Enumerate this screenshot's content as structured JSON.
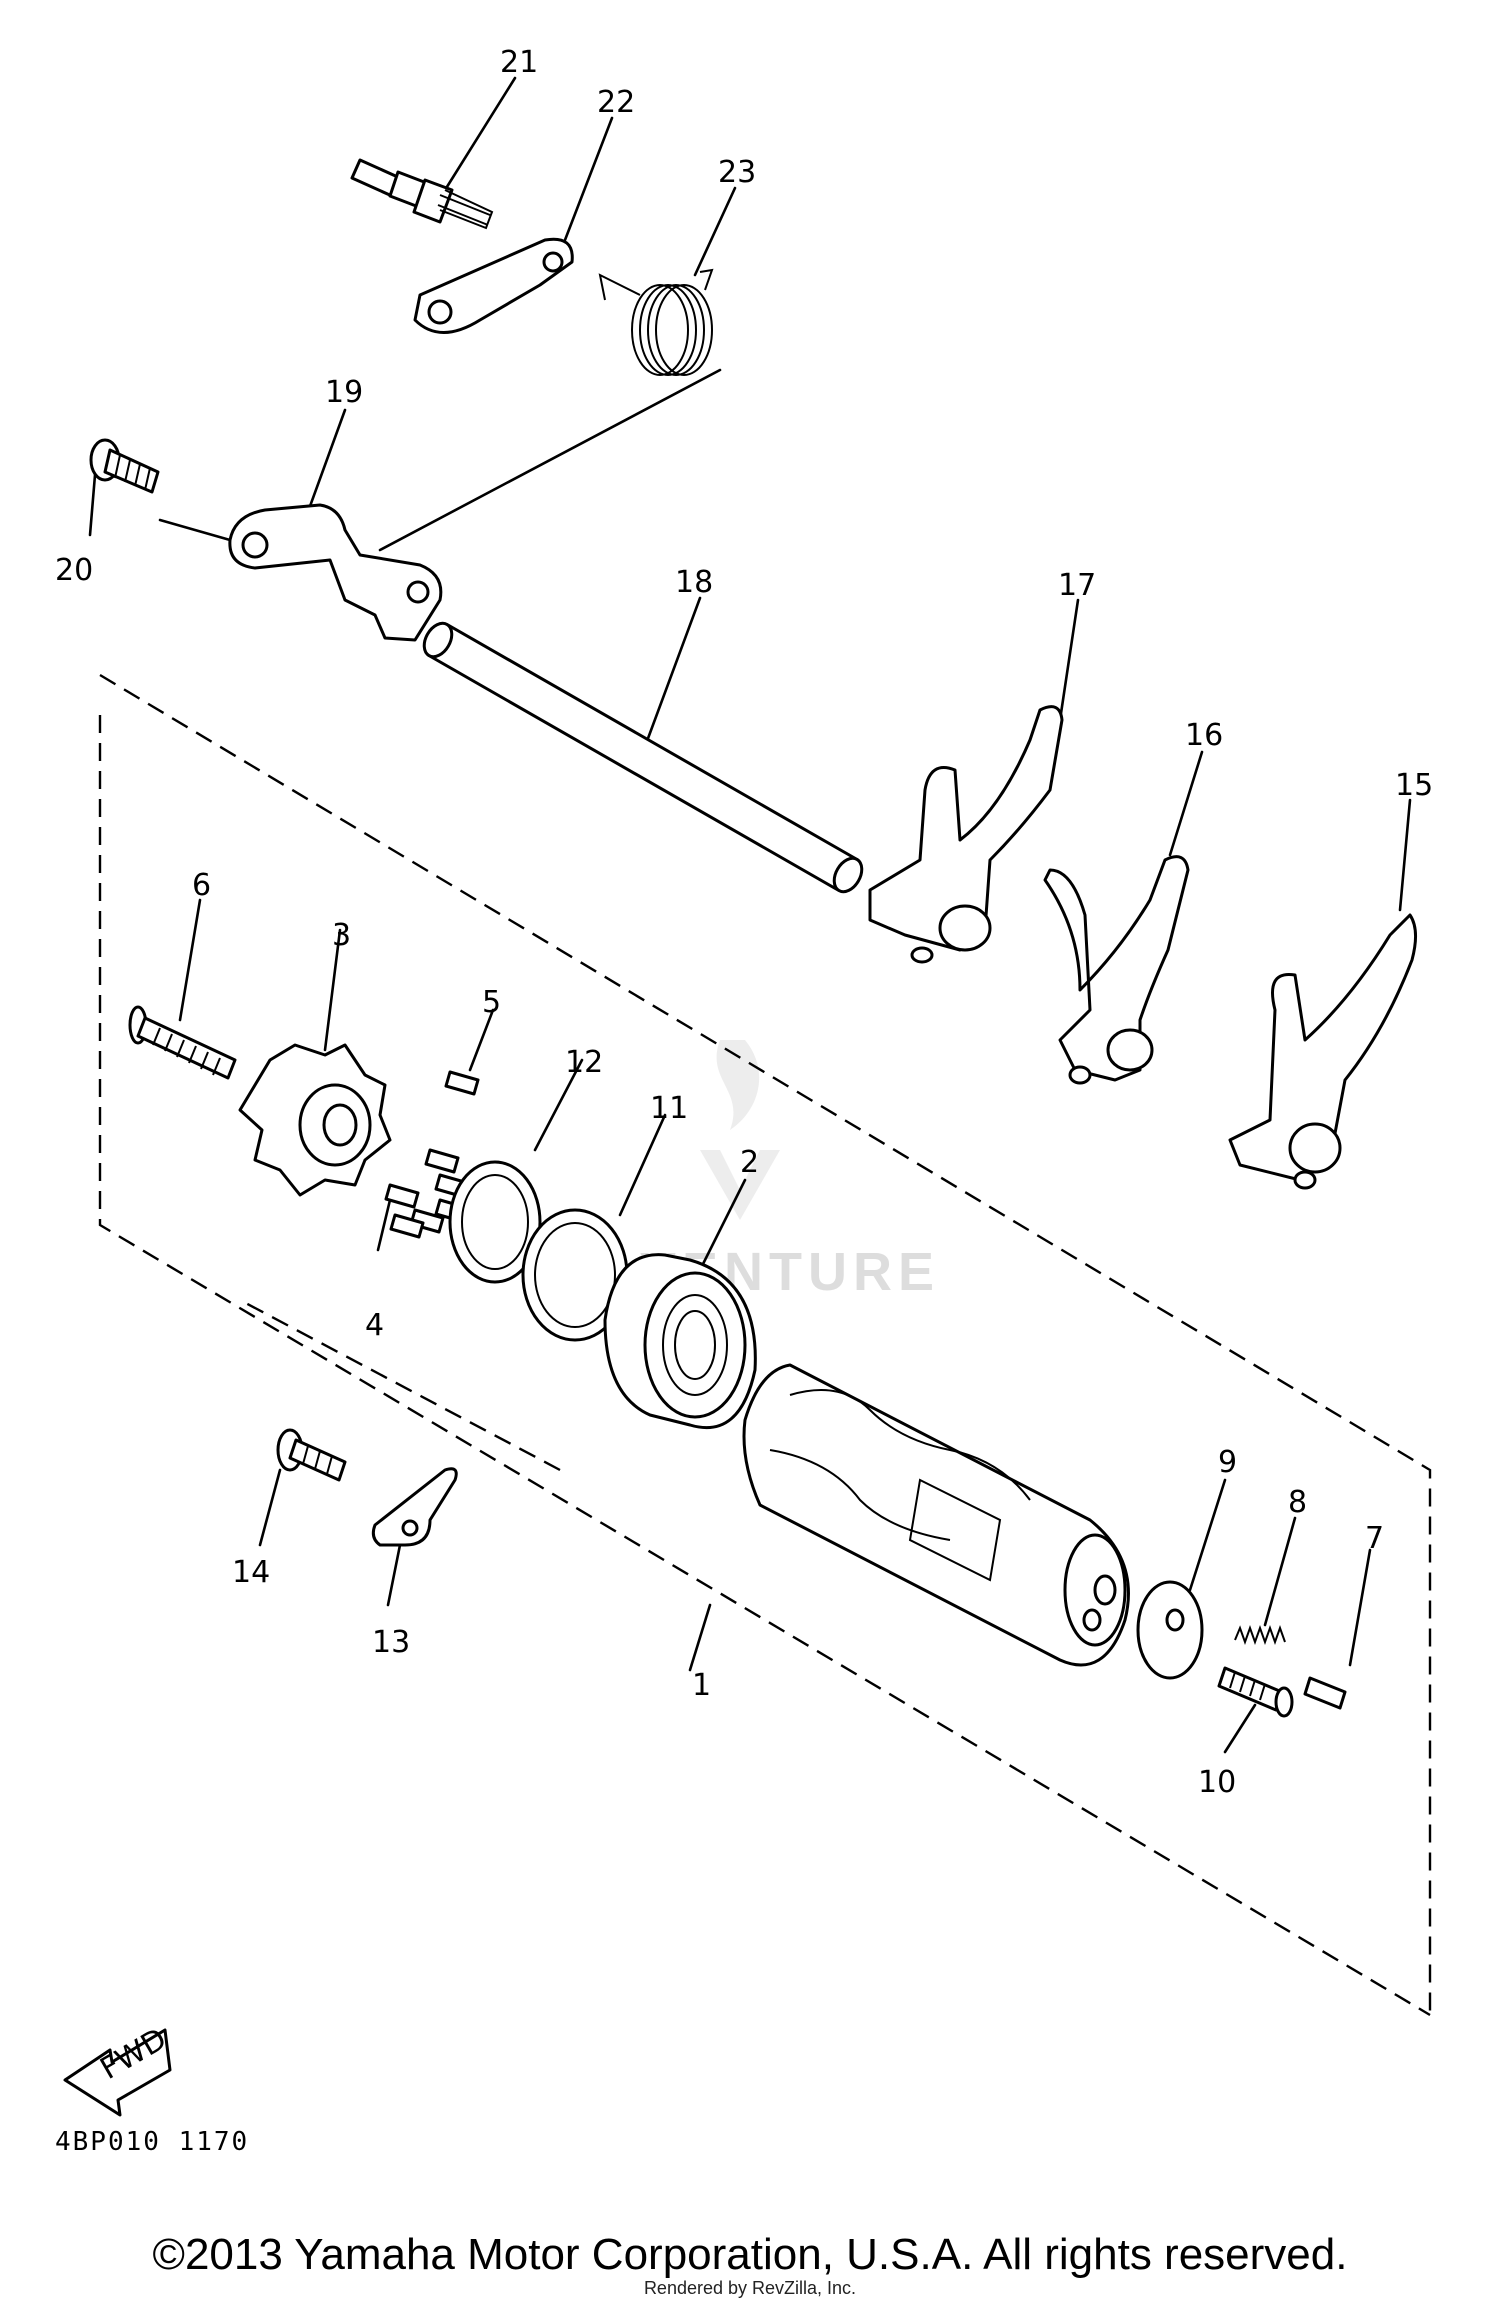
{
  "diagram": {
    "callouts": [
      "1",
      "2",
      "3",
      "4",
      "5",
      "6",
      "7",
      "8",
      "9",
      "10",
      "11",
      "12",
      "13",
      "14",
      "15",
      "16",
      "17",
      "18",
      "19",
      "20",
      "21",
      "22",
      "23"
    ],
    "fwd_label": "FWD",
    "ref_code": "4BP010 1170",
    "watermark": "VENTURE"
  },
  "footer": {
    "copyright": "©2013 Yamaha Motor Corporation, U.S.A. All rights reserved.",
    "credit": "Rendered by RevZilla, Inc."
  }
}
